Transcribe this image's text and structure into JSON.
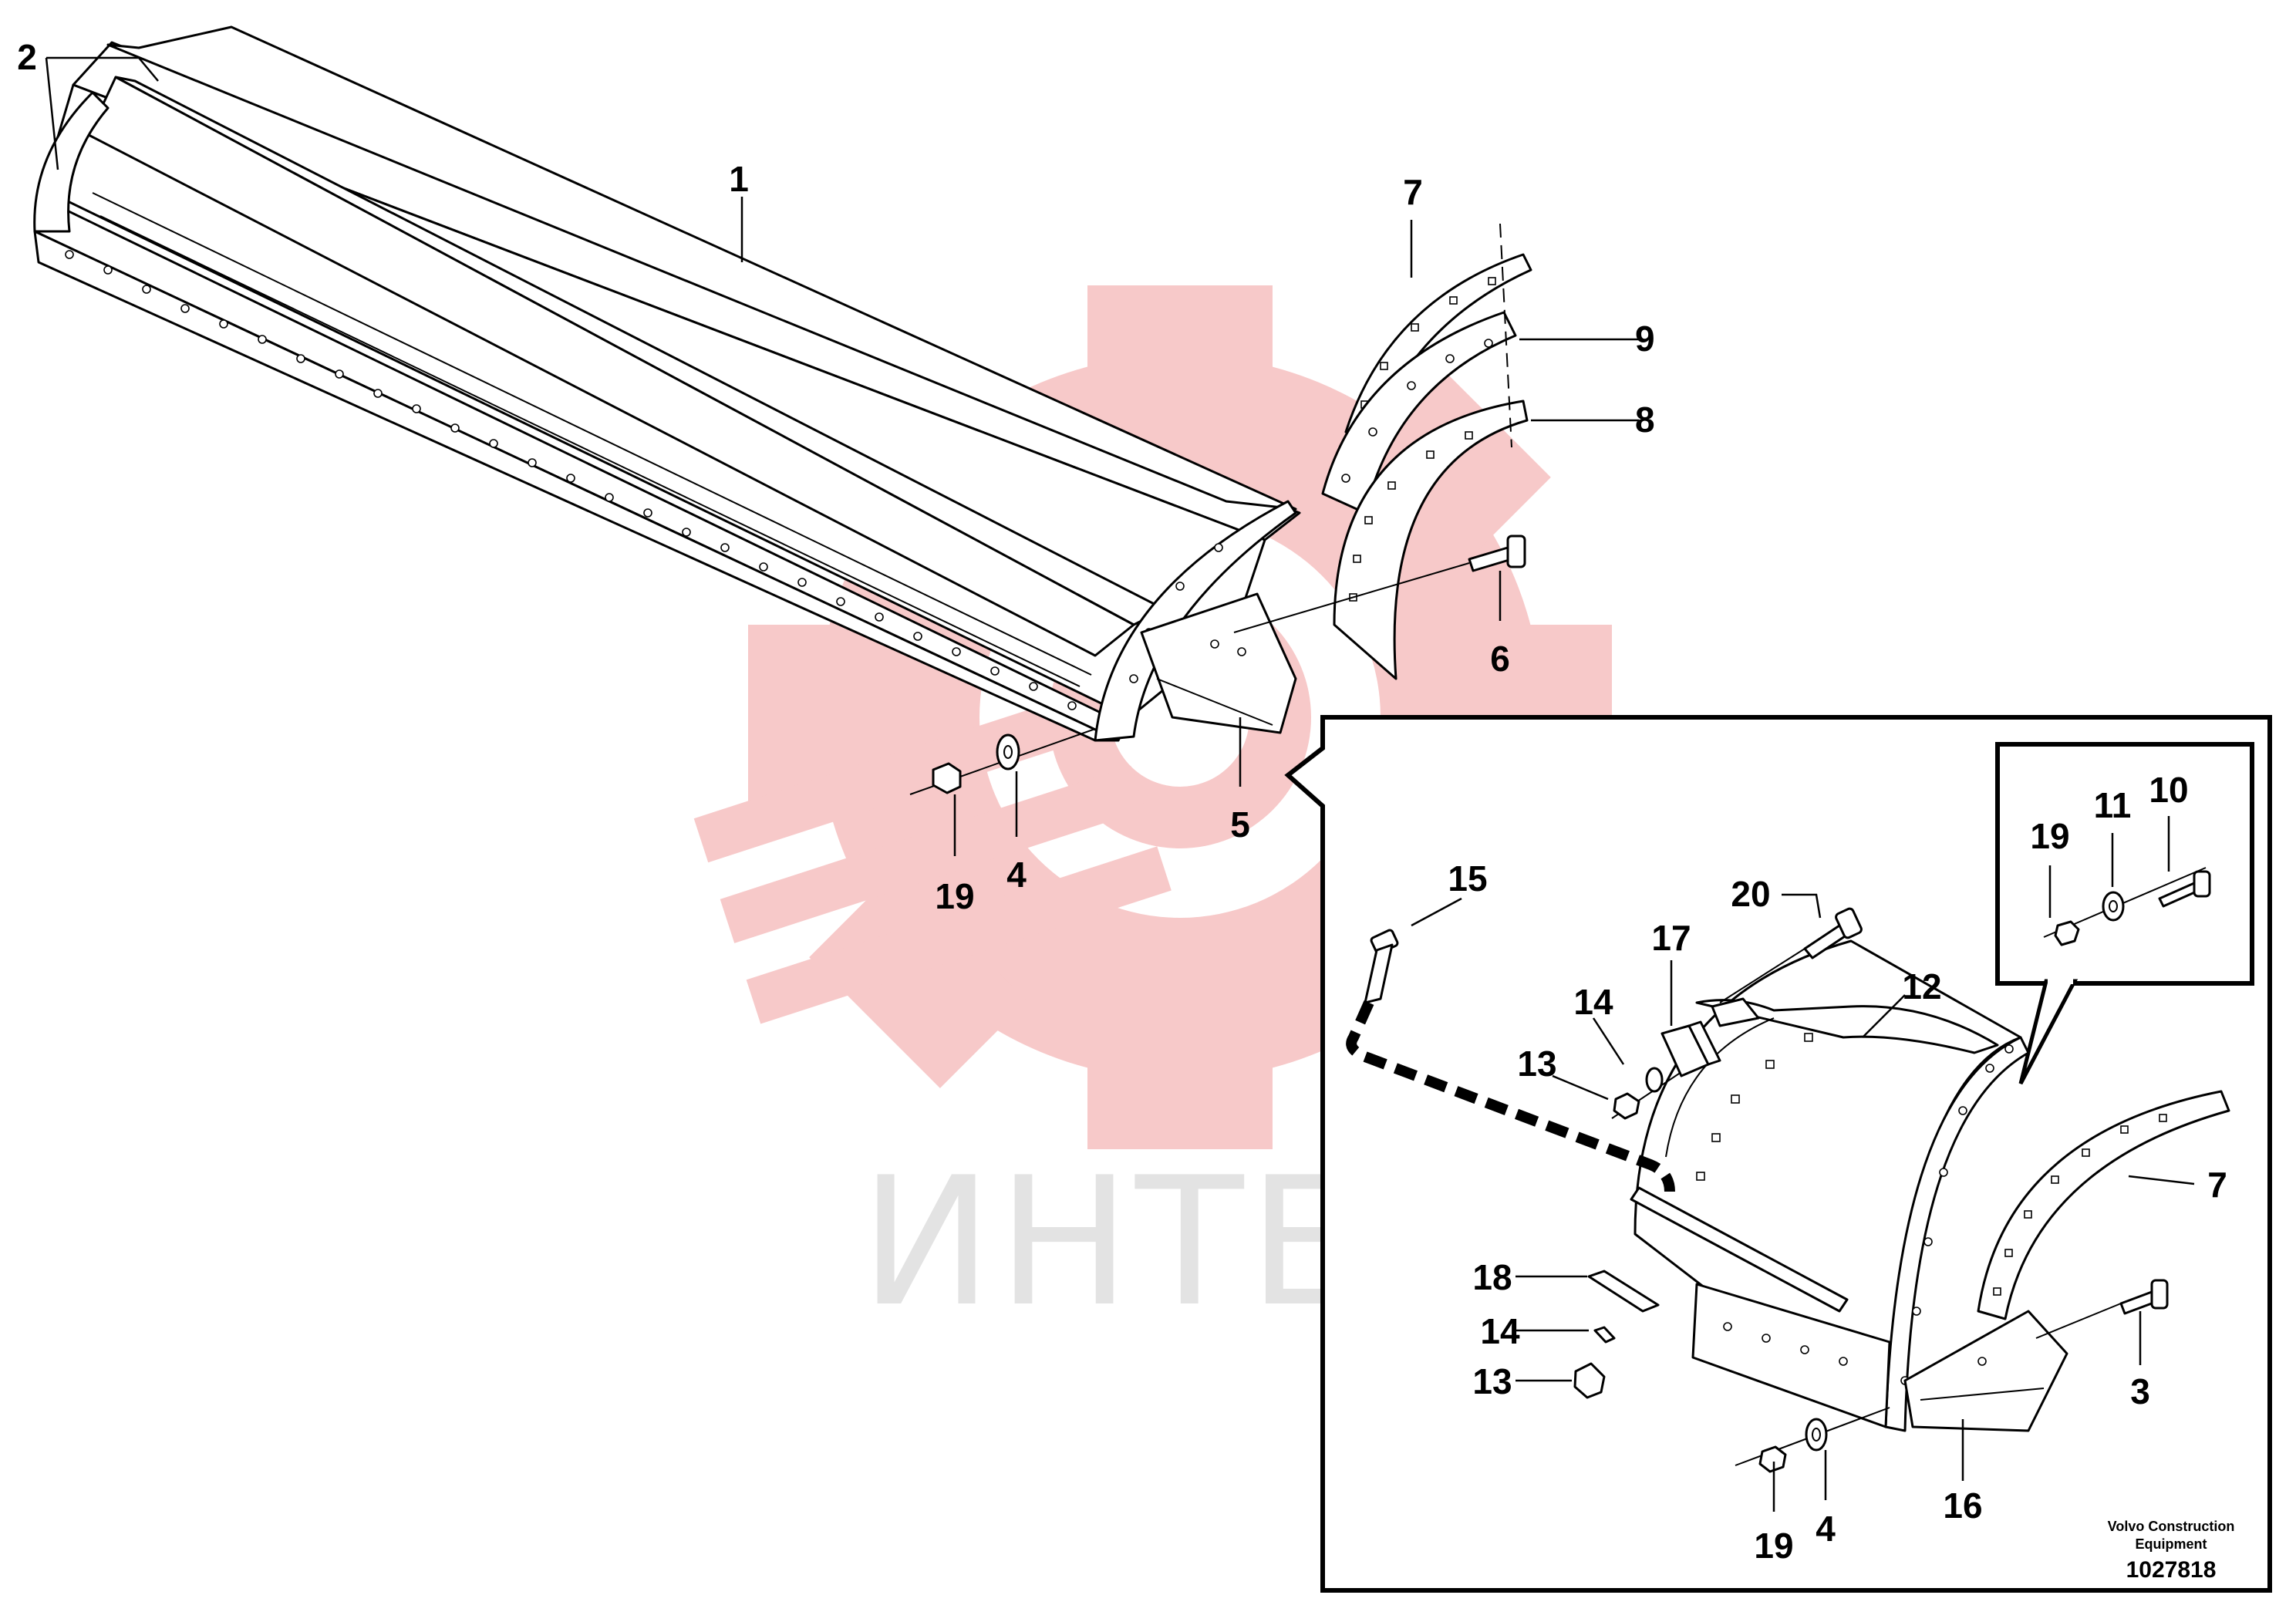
{
  "watermark": {
    "text": "ИНТЕХ",
    "gear_color": "#f7c9c9",
    "text_color": "#e3e3e3"
  },
  "callouts": {
    "c2": "2",
    "c1": "1",
    "c7": "7",
    "c9": "9",
    "c8": "8",
    "c6": "6",
    "c5": "5",
    "c4": "4",
    "c19": "19",
    "detail": {
      "c15": "15",
      "c20": "20",
      "c17": "17",
      "c12": "12",
      "c14a": "14",
      "c13a": "13",
      "c7": "7",
      "c18": "18",
      "c14b": "14",
      "c13b": "13",
      "c3": "3",
      "c19": "19",
      "c4": "4",
      "c16": "16"
    },
    "inset": {
      "c19": "19",
      "c11": "11",
      "c10": "10"
    }
  },
  "footer": {
    "brand_line1": "Volvo Construction",
    "brand_line2": "Equipment",
    "doc_number": "1027818"
  }
}
